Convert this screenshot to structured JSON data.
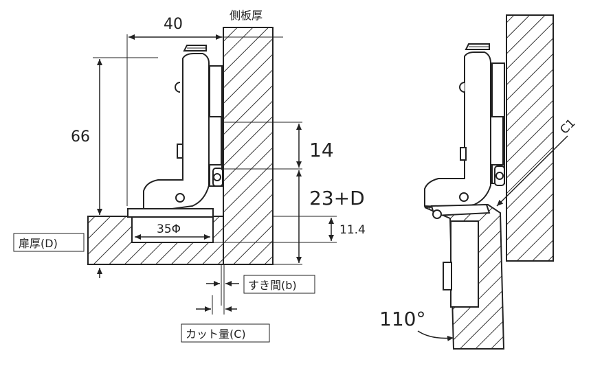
{
  "labels": {
    "side_panel_thickness": "側板厚",
    "width_40": "40",
    "height_66": "66",
    "dim_14": "14",
    "dim_23d": "23+D",
    "dim_11_4": "11.4",
    "bore_35": "35Φ",
    "door_thickness": "扉厚(D)",
    "gap": "すき間(b)",
    "cut_amount": "カット量(C)",
    "chamfer": "C1",
    "angle": "110°"
  },
  "colors": {
    "line": "#222222",
    "hatch": "#333333",
    "background": "#ffffff"
  }
}
